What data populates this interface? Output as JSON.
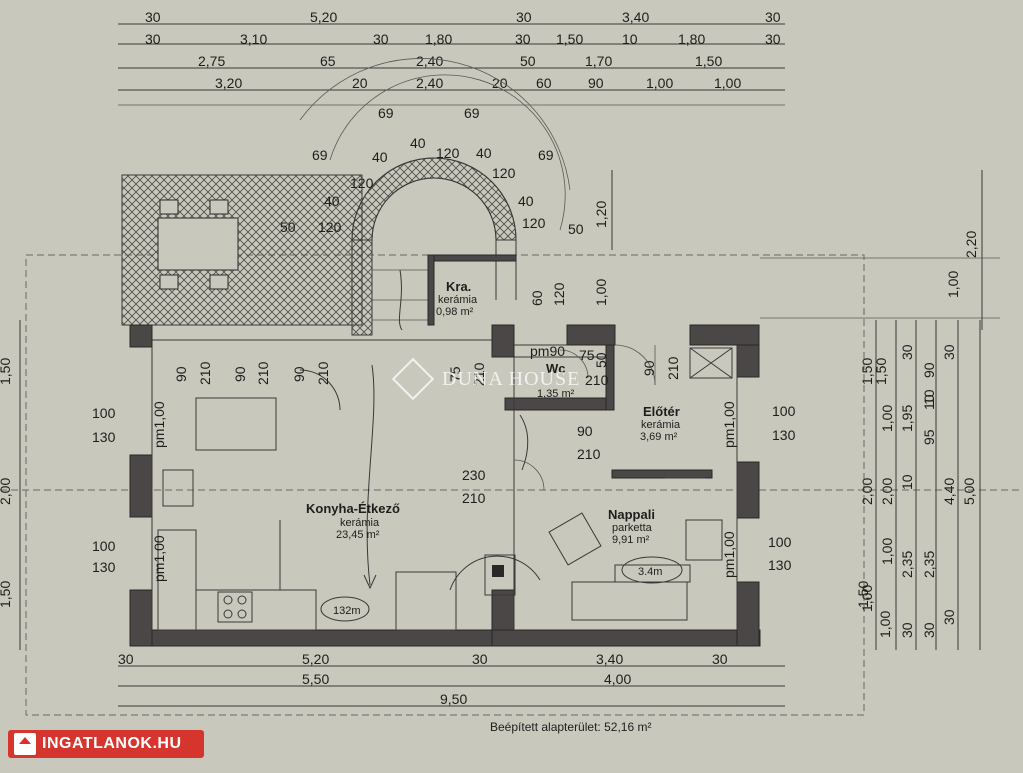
{
  "dimensions": {
    "row1": [
      "30",
      "5,20",
      "30",
      "3,40",
      "30"
    ],
    "row2": [
      "30",
      "3,10",
      "30",
      "1,80",
      "30",
      "1,50",
      "10",
      "1,80",
      "30"
    ],
    "row3": [
      "2,75",
      "65",
      "2,40",
      "50",
      "1,70",
      "1,50"
    ],
    "row4": [
      "3,20",
      "20",
      "2,40",
      "20",
      "60",
      "90",
      "1,00",
      "1,00"
    ],
    "bottom1": [
      "30",
      "5,20",
      "30",
      "3,40",
      "30"
    ],
    "bottom2": [
      "5,50",
      "4,00"
    ],
    "bottom3": "9,50",
    "stair": [
      "69",
      "69",
      "40",
      "120",
      "40",
      "69",
      "69",
      "120",
      "40",
      "40",
      "120",
      "50",
      "120",
      "40",
      "120",
      "50"
    ],
    "right_tall": [
      "1,20",
      "2,20",
      "1,00",
      "1,00"
    ],
    "right_cols": [
      "1,50",
      "1,50",
      "30",
      "30",
      "1,00",
      "1,95",
      "10",
      "90",
      "2,00",
      "2,00",
      "10",
      "95",
      "10",
      "4,40",
      "5,00",
      "1,00",
      "1,00",
      "2,35",
      "2,35",
      "1,50",
      "1,00",
      "30",
      "30",
      "30"
    ],
    "left_cols": [
      "1,50",
      "2,00",
      "1,50"
    ],
    "interior": {
      "d90a": "90",
      "d210a": "210",
      "d90b": "90",
      "d210b": "210",
      "d90c": "90",
      "d210c": "210",
      "k100a": "100",
      "k130a": "130",
      "k100b": "100",
      "k130b": "130",
      "pm1": "pm1,00",
      "pm2": "pm1,00",
      "pm3": "pm1,00",
      "pm4": "pm1,00",
      "pm90": "pm90",
      "d75a": "75",
      "d75b": "75",
      "d50": "50",
      "d210wc": "210",
      "d210k": "210",
      "d60": "60",
      "d120": "120",
      "d100": "1,00",
      "e90": "90",
      "e210": "210",
      "e90b": "90",
      "e210b": "210",
      "n100a": "100",
      "n130a": "130",
      "n100b": "100",
      "n130b": "130",
      "k230": "230",
      "k210": "210"
    }
  },
  "rooms": {
    "kamra": {
      "name": "Kra.",
      "floor": "kerámia",
      "area": "0,98 m²"
    },
    "wc": {
      "name": "Wc",
      "area": "1,35 m²"
    },
    "eloter": {
      "name": "Előtér",
      "floor": "kerámia",
      "area": "3,69 m²"
    },
    "konyha": {
      "name": "Konyha-Étkező",
      "floor": "kerámia",
      "area": "23,45 m²"
    },
    "nappali": {
      "name": "Nappali",
      "floor": "parketta",
      "area": "9,91 m²"
    }
  },
  "handwritten": [
    "132m",
    "3.4m"
  ],
  "footer": {
    "label": "Beépített alapterület:",
    "value": "52,16 m²"
  },
  "watermark": "DUNA HOUSE",
  "portal_badge": "INGATLANOK.HU",
  "colors": {
    "paper": "#c9c8bd",
    "wall": "#4a4746",
    "badge": "#d6352e"
  }
}
